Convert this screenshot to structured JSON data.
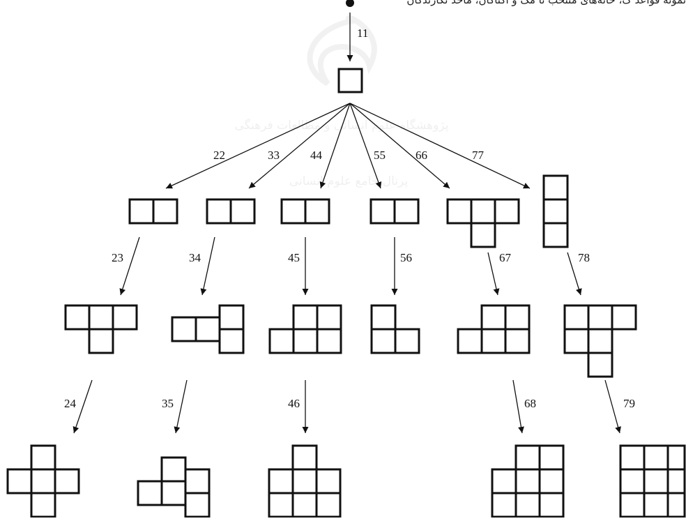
{
  "caption": "نمونه قواعد ک، خانه‌های منتخب تا مک و آکتاگان، ماخذ نگارندگان",
  "watermark": {
    "text_main": "پژوهشگاه علوم انسانی و مطالعات فرهنگی",
    "text_sub": "پرتال جامع علوم انسانی"
  },
  "colors": {
    "ink": "#111111",
    "watermark": "#9a9a9a"
  },
  "root": {
    "label": "11"
  },
  "edges": {
    "e22": "22",
    "e33": "33",
    "e44": "44",
    "e55": "55",
    "e66": "66",
    "e77": "77",
    "e23": "23",
    "e34": "34",
    "e45": "45",
    "e56": "56",
    "e67": "67",
    "e78": "78",
    "e24": "24",
    "e35": "35",
    "e46": "46",
    "e68": "68",
    "e79": "79"
  }
}
